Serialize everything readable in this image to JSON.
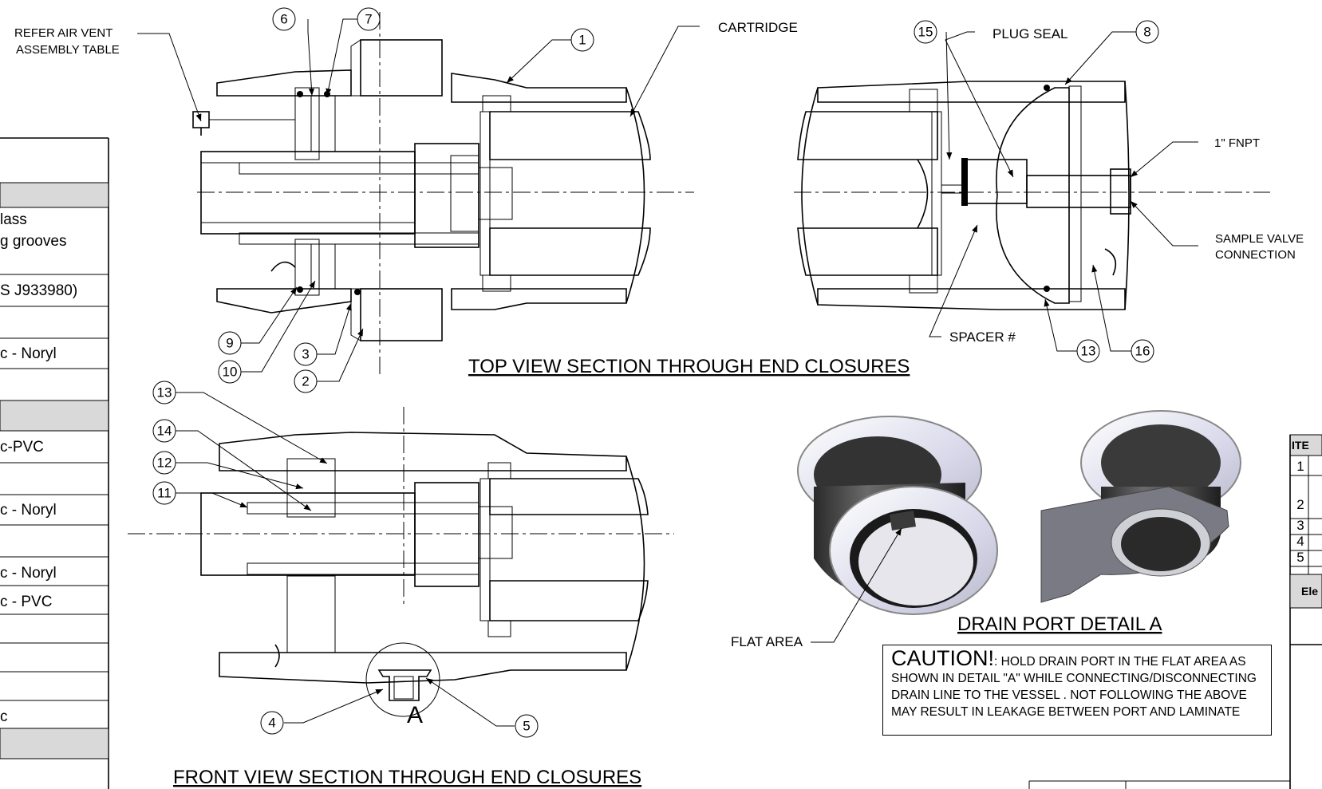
{
  "callouts": {
    "air_vent": [
      "REFER AIR VENT",
      "ASSEMBLY TABLE"
    ],
    "cartridge": "CARTRIDGE",
    "plug_seal": "PLUG SEAL",
    "fnpt": "1\" FNPT",
    "sample_valve": [
      "SAMPLE VALVE",
      "CONNECTION"
    ],
    "spacer": "SPACER #",
    "flat_area": "FLAT AREA",
    "detail_letter": "A"
  },
  "balloons": [
    "1",
    "2",
    "3",
    "4",
    "5",
    "6",
    "7",
    "8",
    "9",
    "10",
    "11",
    "12",
    "13",
    "14",
    "15",
    "16"
  ],
  "titles": {
    "top_view": "TOP VIEW SECTION THROUGH END CLOSURES",
    "front_view": "FRONT VIEW SECTION THROUGH END CLOSURES",
    "drain_detail": "DRAIN PORT DETAIL A"
  },
  "caution": {
    "heading": "CAUTION!",
    "body": ": HOLD DRAIN PORT IN THE FLAT AREA AS SHOWN IN DETAIL \"A\" WHILE CONNECTING/DISCONNECTING DRAIN LINE TO THE VESSEL . NOT FOLLOWING THE ABOVE MAY RESULT IN LEAKAGE  BETWEEN PORT AND LAMINATE"
  },
  "left_table": {
    "rows": [
      "lass",
      "g grooves",
      "S J933980)",
      "c - Noryl",
      "c-PVC",
      "c - Noryl",
      "c - Noryl",
      "c - PVC",
      "c"
    ]
  },
  "right_table": {
    "header": "ITE",
    "items": [
      "1",
      "2",
      "3",
      "4",
      "5"
    ],
    "footer": "Ele"
  },
  "colors": {
    "line": "#000000",
    "table_header_fill": "#d9d9d9",
    "render_gray": "#5a5a5a"
  }
}
